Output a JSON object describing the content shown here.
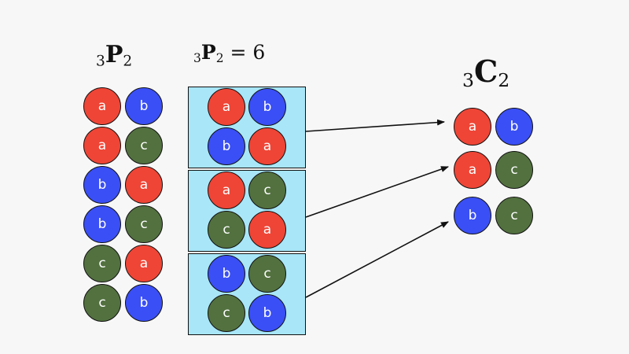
{
  "headings": {
    "left": {
      "prefix": "3",
      "letter": "P",
      "sub": "2",
      "suffix": ""
    },
    "middle": {
      "prefix": "3",
      "letter": "P",
      "sub": "2",
      "suffix": " = 6"
    },
    "right": {
      "prefix": "3",
      "letter": "C",
      "sub": "2",
      "suffix": ""
    }
  },
  "colors": {
    "a": "#ef4536",
    "b": "#3a4ff5",
    "c": "#52713f",
    "box": "#a8e6f8"
  },
  "permutations": [
    [
      "a",
      "b"
    ],
    [
      "a",
      "c"
    ],
    [
      "b",
      "a"
    ],
    [
      "b",
      "c"
    ],
    [
      "c",
      "a"
    ],
    [
      "c",
      "b"
    ]
  ],
  "grouped_permutations": [
    [
      [
        "a",
        "b"
      ],
      [
        "b",
        "a"
      ]
    ],
    [
      [
        "a",
        "c"
      ],
      [
        "c",
        "a"
      ]
    ],
    [
      [
        "b",
        "c"
      ],
      [
        "c",
        "b"
      ]
    ]
  ],
  "combinations": [
    [
      "a",
      "b"
    ],
    [
      "a",
      "c"
    ],
    [
      "b",
      "c"
    ]
  ]
}
